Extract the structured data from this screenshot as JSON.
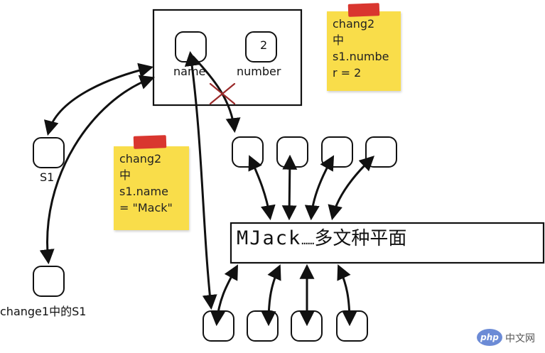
{
  "object_box": {
    "name_label": "name",
    "number_label": "number",
    "number_value": "2"
  },
  "s1_label": "S1",
  "change1_label": "change1中的S1",
  "note_number": {
    "lines": [
      "chang2",
      "中",
      "s1.numbe",
      "r = 2"
    ]
  },
  "note_name": {
    "lines": [
      "chang2",
      "中",
      "s1.name",
      "= \"Mack\""
    ]
  },
  "strip": {
    "letters": "MJack",
    "ellipsis": "……",
    "tail": "多文种平面"
  },
  "watermark": {
    "logo": "php",
    "text": "中文网"
  },
  "colors": {
    "note_yellow": "#f9dd4a",
    "tape_red": "#d9362f",
    "cross_red": "#9b2a2a",
    "ink": "#111111"
  }
}
